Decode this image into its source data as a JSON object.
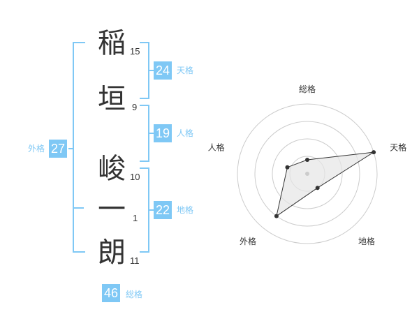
{
  "name": {
    "chars": [
      {
        "char": "稲",
        "strokes": "15"
      },
      {
        "char": "垣",
        "strokes": "9"
      },
      {
        "char": "峻",
        "strokes": "10"
      },
      {
        "char": "一",
        "strokes": "1"
      },
      {
        "char": "朗",
        "strokes": "11"
      }
    ]
  },
  "kakusu": {
    "tenkaku": {
      "value": "24",
      "label": "天格"
    },
    "jinkaku": {
      "value": "19",
      "label": "人格"
    },
    "chikaku": {
      "value": "22",
      "label": "地格"
    },
    "gaikaku": {
      "value": "27",
      "label": "外格"
    },
    "soukaku": {
      "value": "46",
      "label": "総格"
    }
  },
  "chart_data": {
    "type": "radar",
    "axes": [
      "総格",
      "天格",
      "地格",
      "外格",
      "人格"
    ],
    "values": [
      0.2,
      1.0,
      0.25,
      0.75,
      0.3
    ],
    "rings": 4,
    "colors": {
      "accent": "#7fc8f5",
      "ring": "#cccccc",
      "fill": "#e6e6e6",
      "point": "#333333"
    }
  }
}
